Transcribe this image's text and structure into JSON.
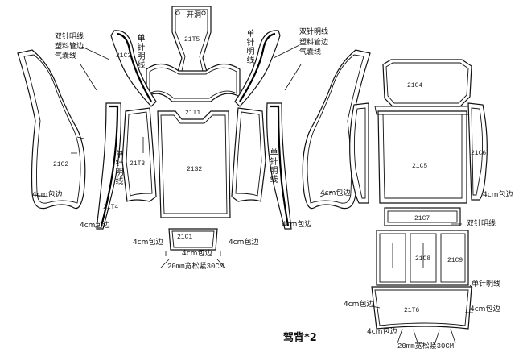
{
  "title": "驾背*2",
  "pieces": {
    "p21T5": "21T5",
    "p21T1": "21T1",
    "p21S2": "21S2",
    "p21C3": "21C3",
    "p21C2": "21C2",
    "p21T3": "21T3",
    "p21T4": "21T4",
    "p21C1": "21C1",
    "p21C4": "21C4",
    "p21C5": "21C5",
    "p21C6": "21C6",
    "p21C7": "21C7",
    "p21C8": "21C8",
    "p21C9": "21C9",
    "p21T6": "21T6"
  },
  "labels": {
    "open_hole": "开洞",
    "double_stitch": "双针明线",
    "plastic_piping": "塑料管边",
    "airbag_line": "气囊线",
    "single_stitch": "单针明线",
    "wrap_4cm": "4cm包边",
    "elastic": "20mm宽松紧30CM"
  }
}
